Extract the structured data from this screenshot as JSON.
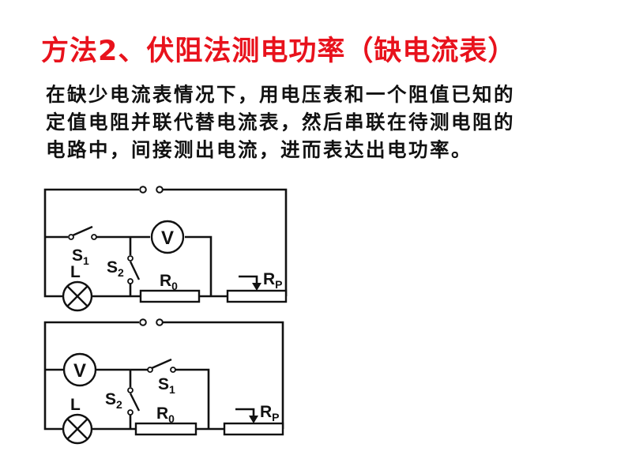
{
  "slide": {
    "title": "方法2、伏阻法测电功率（缺电流表）",
    "paragraph": [
      "在缺少电流表情况下，用电压表和一个阻值已知的",
      "定值电阻并联代替电流表，然后串联在待测电阻的",
      "电路中，间接测出电流，进而表达出电功率。"
    ]
  },
  "circuits": {
    "top": {
      "voltmeter": "V",
      "lamp": "L",
      "switch1": "S",
      "switch1_sub": "1",
      "switch2": "S",
      "switch2_sub": "2",
      "resistor": "R",
      "resistor_sub": "0",
      "rheostat": "R",
      "rheostat_sub": "P"
    },
    "bottom": {
      "voltmeter": "V",
      "lamp": "L",
      "switch1": "S",
      "switch1_sub": "1",
      "switch2": "S",
      "switch2_sub": "2",
      "resistor": "R",
      "resistor_sub": "0",
      "rheostat": "R",
      "rheostat_sub": "P"
    }
  },
  "colors": {
    "title": "#e8121c",
    "text": "#111111"
  }
}
